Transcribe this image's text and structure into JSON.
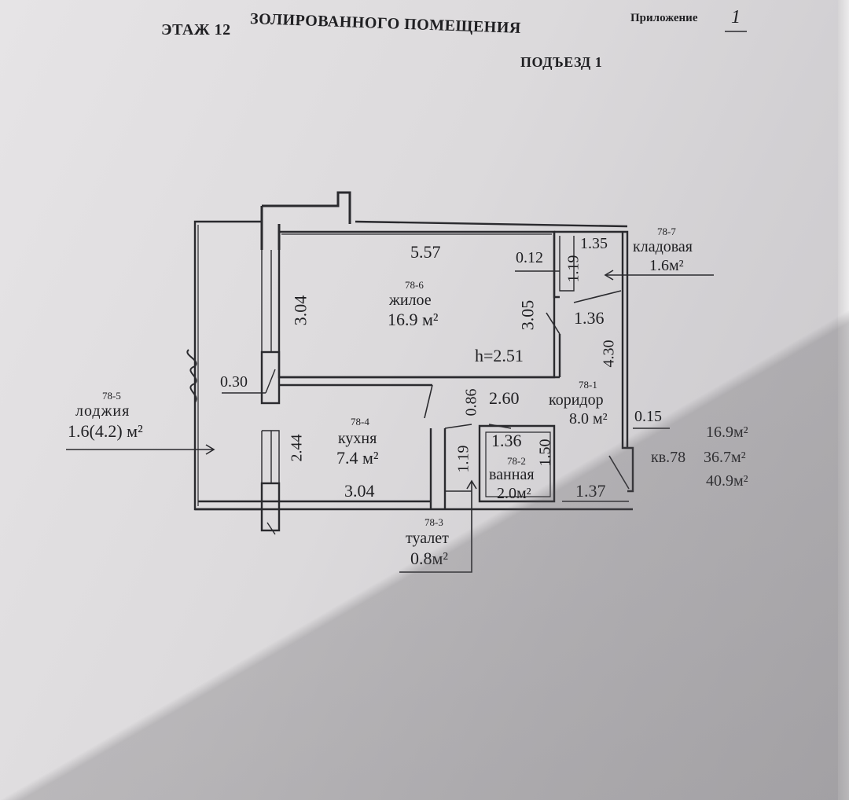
{
  "header": {
    "title_fragment": "ЗОЛИРОВАННОГО ПОМЕЩЕНИЯ",
    "floor": "ЭТАЖ 12",
    "entrance": "ПОДЪЕЗД 1",
    "appendix_label": "Приложение",
    "appendix_number": "1"
  },
  "rooms": {
    "living": {
      "code": "78-6",
      "name": "жилое",
      "area": "16.9 м²",
      "height": "h=2.51"
    },
    "storage": {
      "code": "78-7",
      "name": "кладовая",
      "area": "1.6м²"
    },
    "loggia": {
      "code": "78-5",
      "name": "лоджия",
      "area": "1.6(4.2) м²"
    },
    "kitchen": {
      "code": "78-4",
      "name": "кухня",
      "area": "7.4 м²"
    },
    "corridor": {
      "code": "78-1",
      "name": "коридор",
      "area": "8.0 м²"
    },
    "bathroom": {
      "code": "78-2",
      "name": "ванная",
      "area": "2.0м²"
    },
    "toilet": {
      "code": "78-3",
      "name": "туалет",
      "area": "0.8м²"
    }
  },
  "dimensions": {
    "living_width": "5.57",
    "living_depth": "3.04",
    "wall_012": "0.12",
    "storage_width": "1.35",
    "storage_depth": "1.19",
    "living_side": "3.05",
    "corridor_top": "1.36",
    "corridor_length": "4.30",
    "wall_030": "0.30",
    "corridor_width": "2.60",
    "door_086": "0.86",
    "wall_015": "0.15",
    "kitchen_depth": "2.44",
    "kitchen_width": "3.04",
    "toilet_depth": "1.19",
    "bath_width": "1.36",
    "bath_depth": "1.50",
    "corridor_bottom": "1.37"
  },
  "summary": {
    "apartment": "кв.78",
    "living_area": "16.9м²",
    "total_area": "36.7м²",
    "total_with_loggia": "40.9м²"
  }
}
